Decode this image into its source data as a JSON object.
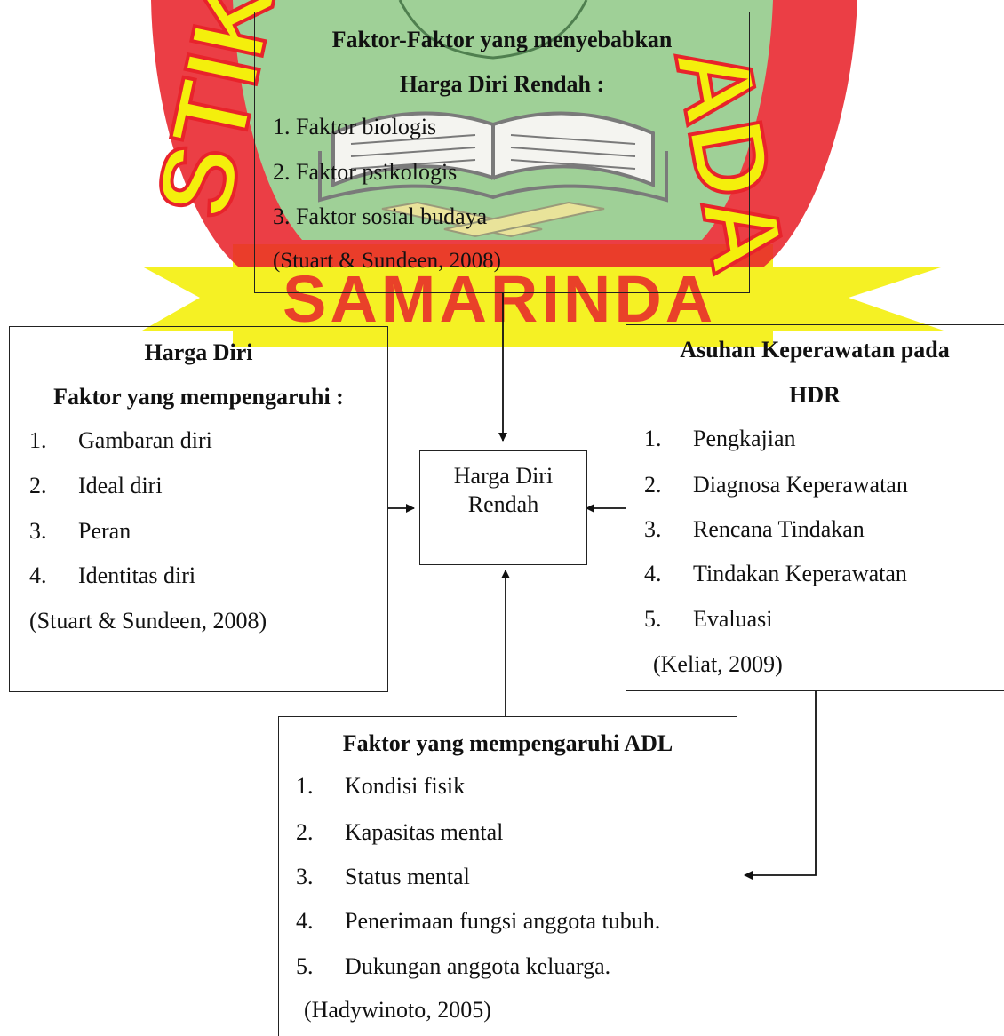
{
  "watermark": {
    "text_left": "STIK",
    "text_right": "ADA",
    "text_bottom": "SAMARINDA",
    "colors": {
      "red": "#e8232b",
      "green": "#9bd89c",
      "yellow": "#f4ef0c"
    }
  },
  "top_box": {
    "title_line1": "Faktor-Faktor  yang menyebabkan",
    "title_line2": "Harga Diri Rendah :",
    "items": [
      "1.  Faktor biologis",
      "2.  Faktor psikologis",
      "3.  Faktor sosial budaya"
    ],
    "citation": "(Stuart & Sundeen, 2008)"
  },
  "left_box": {
    "title_line1": "Harga Diri",
    "title_line2": "Faktor yang mempengaruhi :",
    "items": [
      {
        "num": "1.",
        "text": "Gambaran diri"
      },
      {
        "num": "2.",
        "text": "Ideal diri"
      },
      {
        "num": "3.",
        "text": "Peran"
      },
      {
        "num": "4.",
        "text": "Identitas diri"
      }
    ],
    "citation": "(Stuart & Sundeen, 2008)"
  },
  "center_box": {
    "line1": "Harga Diri",
    "line2": "Rendah"
  },
  "right_box": {
    "title_line1": "Asuhan Keperawatan  pada",
    "title_line2": "HDR",
    "items": [
      {
        "num": "1.",
        "text": "Pengkajian"
      },
      {
        "num": "2.",
        "text": "Diagnosa Keperawatan"
      },
      {
        "num": "3.",
        "text": "Rencana Tindakan"
      },
      {
        "num": "4.",
        "text": "Tindakan Keperawatan"
      },
      {
        "num": "5.",
        "text": "Evaluasi"
      }
    ],
    "citation": "(Keliat, 2009)"
  },
  "bottom_box": {
    "title": "Faktor yang mempengaruhi  ADL",
    "items": [
      {
        "num": "1.",
        "text": "Kondisi fisik"
      },
      {
        "num": "2.",
        "text": "Kapasitas mental"
      },
      {
        "num": "3.",
        "text": "Status mental"
      },
      {
        "num": "4.",
        "text": "Penerimaan fungsi anggota tubuh."
      },
      {
        "num": "5.",
        "text": "Dukungan anggota keluarga."
      }
    ],
    "citation": "(Hadywinoto, 2005)"
  }
}
